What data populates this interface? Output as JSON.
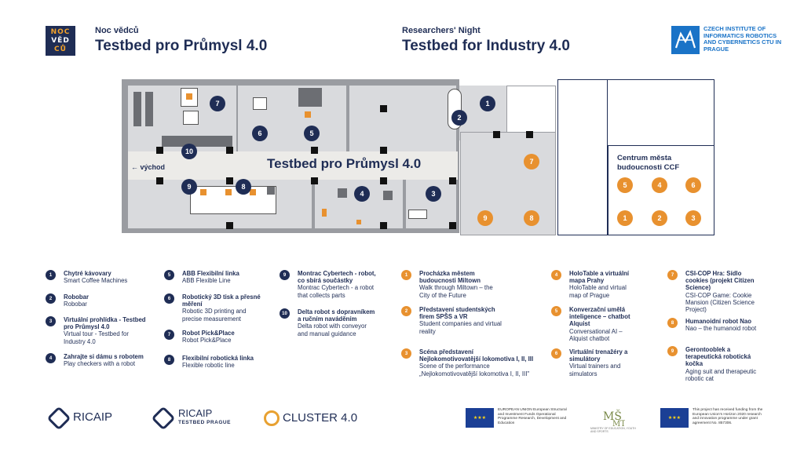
{
  "header": {
    "noc_logo": [
      "NOC",
      "VĚD",
      "CŮ"
    ],
    "cz_event": "Noc vědců",
    "cz_title": "Testbed pro Průmysl 4.0",
    "en_event": "Researchers' Night",
    "en_title": "Testbed for Industry 4.0",
    "ciirc_logo": "CZECH INSTITUTE OF INFORMATICS ROBOTICS AND CYBERNETICS CTU IN PRAGUE"
  },
  "map": {
    "corridor_label": "Testbed pro Průmysl 4.0",
    "exit_label": "← východ",
    "ccf_label": [
      "Centrum města",
      "budoucnosti CCF"
    ],
    "navy_markers": [
      "1",
      "2",
      "3",
      "4",
      "5",
      "6",
      "7",
      "8",
      "9",
      "10"
    ],
    "orange_markers": [
      "7",
      "9",
      "8",
      "5",
      "4",
      "6",
      "1",
      "2",
      "3"
    ]
  },
  "legend": {
    "col1": [
      {
        "num": "1",
        "title": "Chytré kávovary",
        "subtitle": "Smart Coffee Machines"
      },
      {
        "num": "2",
        "title": "Robobar",
        "subtitle": "Robobar"
      },
      {
        "num": "3",
        "title": "Virtuální prohlídka - Testbed pro Průmysl 4.0",
        "subtitle": "Virtual tour - Testbed for Industry 4.0"
      },
      {
        "num": "4",
        "title": "Zahrajte si dámu s robotem",
        "subtitle": "Play checkers with a robot"
      }
    ],
    "col2": [
      {
        "num": "5",
        "title": "ABB Flexibilní linka",
        "subtitle": "ABB Flexible Line"
      },
      {
        "num": "6",
        "title": "Robotický 3D tisk a přesné měření",
        "subtitle": "Robotic 3D printing and precise measurement"
      },
      {
        "num": "7",
        "title": "Robot Pick&Place",
        "subtitle": "Robot Pick&Place"
      },
      {
        "num": "8",
        "title": "Flexibilní robotická linka",
        "subtitle": "Flexible robotic line"
      }
    ],
    "col3": [
      {
        "num": "9",
        "title": "Montrac Cybertech - robot, co sbírá součástky",
        "subtitle": "Montrac Cybertech - a robot that collects parts"
      },
      {
        "num": "10",
        "title": "Delta robot s dopravníkem a ručním naváděním",
        "subtitle": "Delta robot with conveyor and manual guidance"
      }
    ],
    "col4": [
      {
        "num": "1",
        "title": "Procházka městem budoucnosti Miltown",
        "subtitle": "Walk through Miltown – the City of the Future"
      },
      {
        "num": "2",
        "title": "Představení studentských firem SPŠS a VR",
        "subtitle": "Student companies and virtual reality"
      },
      {
        "num": "3",
        "title": "Scéna představení Nejlokomotivovatější lokomotiva I, II, III",
        "subtitle": "Scene of the performance „Nejlokomotivovatější lokomotiva I, II, III\""
      }
    ],
    "col5": [
      {
        "num": "4",
        "title": "HoloTable a virtuální mapa Prahy",
        "subtitle": "HoloTable and virtual map of Prague"
      },
      {
        "num": "5",
        "title": "Konverzační umělá inteligence – chatbot Alquist",
        "subtitle": "Conversational AI – Alquist chatbot"
      },
      {
        "num": "6",
        "title": "Virtuální trenažéry a simulátory",
        "subtitle": "Virtual trainers and simulators"
      }
    ],
    "col6": [
      {
        "num": "7",
        "title": "CSI-COP Hra: Sídlo cookies (projekt Citizen Science)",
        "subtitle": " CSI-COP Game: Cookie Mansion (Citizen Science Project)"
      },
      {
        "num": "8",
        "title": "Humanoidní robot Nao",
        "subtitle": " Nao – the humanoid robot"
      },
      {
        "num": "9",
        "title": "Gerontooblek a terapeutická robotická kočka",
        "subtitle": "Aging suit and therapeutic robotic cat"
      }
    ]
  },
  "footer": {
    "ricaip": "RICAIP",
    "ricaip2": "RICAIP",
    "ricaip2_sub": "TESTBED PRAGUE",
    "cluster": "CLUSTER 4.0",
    "eu1": "EUROPEAN UNION European Structural and Investment Funds Operational Programme Research, Development and Education",
    "msmt": "MINISTRY OF EDUCATION, YOUTH AND SPORTS",
    "eu2": "This project has received funding from the European Union's Horizon 2020 research and innovation programme under grant agreement No. 857306."
  },
  "colors": {
    "navy": "#1f2d55",
    "orange": "#e8912f",
    "room_gray": "#d9dadd",
    "ciirc_blue": "#1a73c7"
  }
}
